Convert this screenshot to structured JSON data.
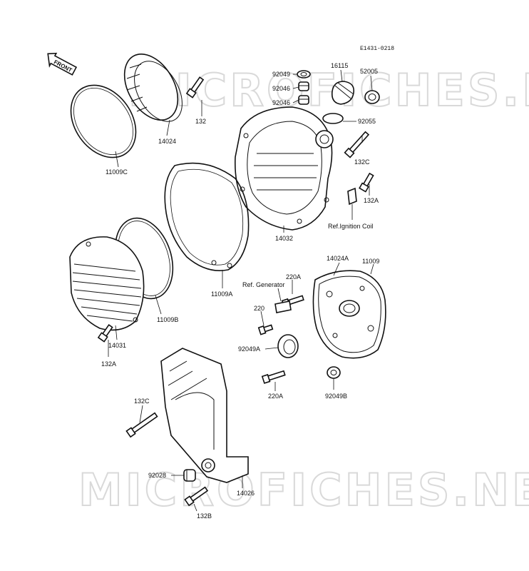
{
  "diagram_code": "E1431-0218",
  "front_label": "FRONT",
  "watermark": "MICROFICHES.NET",
  "labels": {
    "p92049": "92049",
    "p92046a": "92046",
    "p92046b": "92046",
    "p16115": "16115",
    "p52005": "52005",
    "p92055": "92055",
    "p132a": "132",
    "p14024": "14024",
    "p11009c": "11009C",
    "p132c_top": "132C",
    "p132a_top": "132A",
    "ref_ignition": "Ref.Ignition Coil",
    "p14032": "14032",
    "p11009a": "11009A",
    "p11009b": "11009B",
    "p14031": "14031",
    "p132a_left": "132A",
    "p14024a": "14024A",
    "p11009": "11009",
    "p220a_top": "220A",
    "ref_generator": "Ref. Generator",
    "p220": "220",
    "p92049a": "92049A",
    "p220a_bottom": "220A",
    "p92049b": "92049B",
    "p132c_bottom": "132C",
    "p92028": "92028",
    "p14026": "14026",
    "p132b": "132B"
  }
}
